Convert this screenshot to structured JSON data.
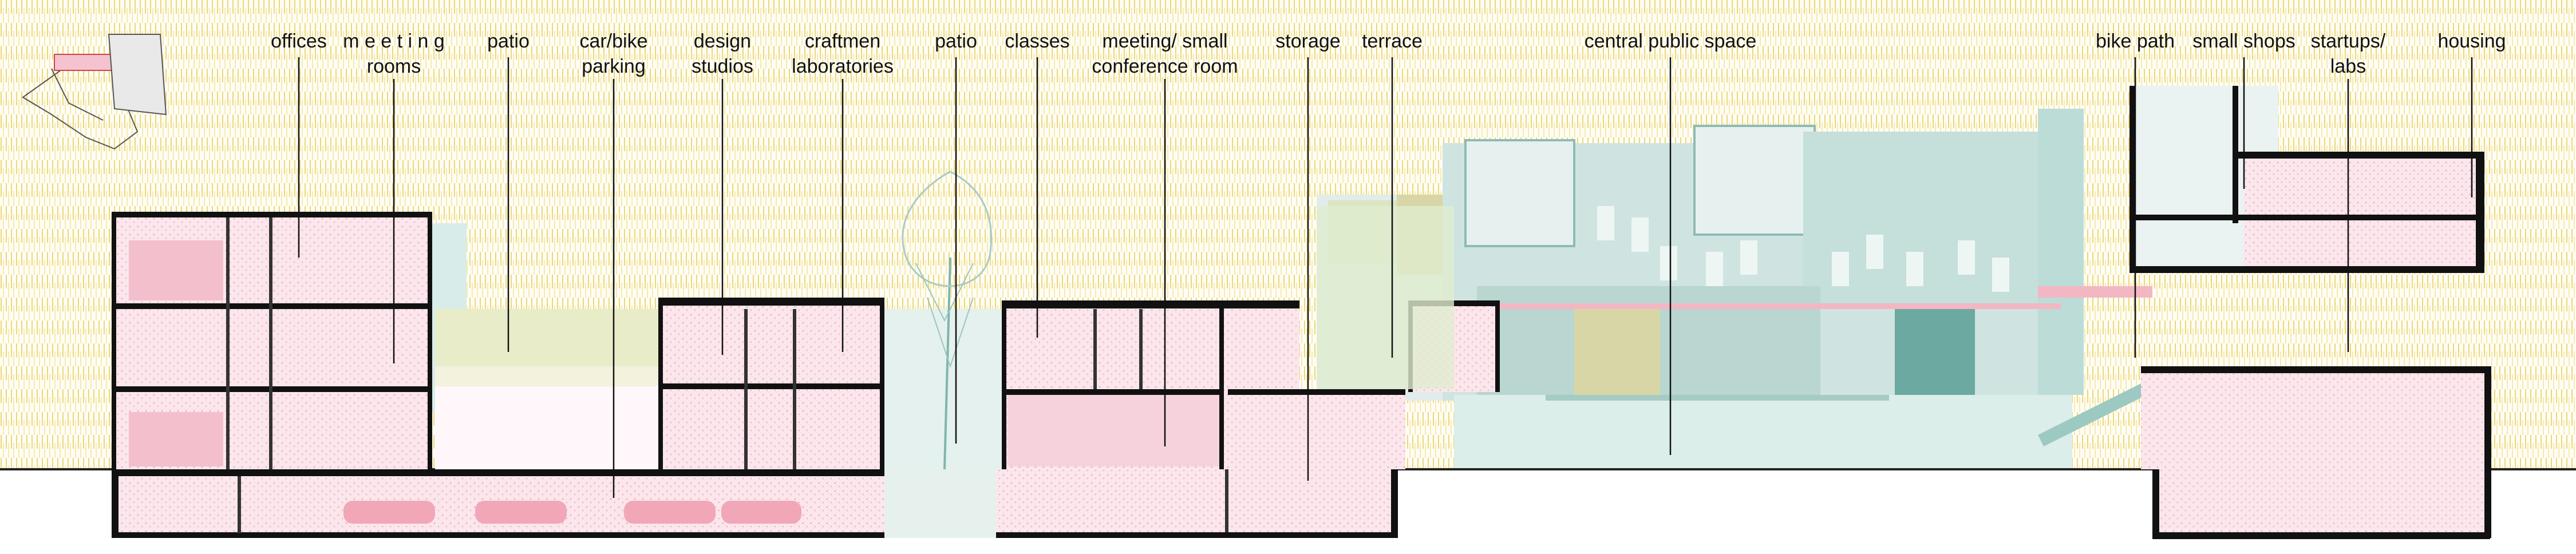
{
  "labels": {
    "offices": "offices",
    "meeting_rooms": "m e e t i n g\nrooms",
    "patio_left": "patio",
    "car_bike_parking": "car/bike\nparking",
    "design_studios": "design\nstudios",
    "craftmen_laboratories": "craftmen\nlaboratories",
    "patio_center": "patio",
    "classes": "classes",
    "meeting_small_conference": "meeting/ small\nconference room",
    "storage": "storage",
    "terrace": "terrace",
    "central_public_space": "central public space",
    "bike_path": "bike path",
    "small_shops": "small shops",
    "startups_labs": "startups/\nlabs",
    "housing": "housing"
  },
  "colors": {
    "background_hatch": "#f2e6a8",
    "interior_pink": "#f6c9d4",
    "people_pink": "#e8839b",
    "glass_teal": "#bcdcd8",
    "dark_teal": "#5fa8a0",
    "olive": "#d8d6a6",
    "slab": "#111111"
  }
}
